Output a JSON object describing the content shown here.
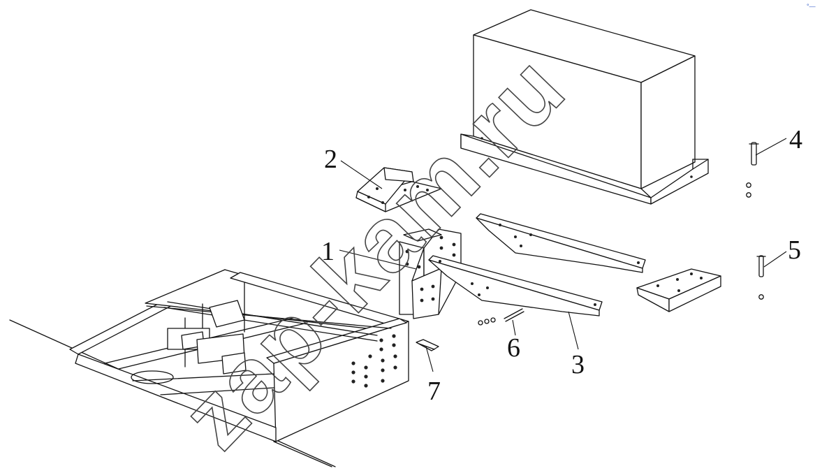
{
  "callouts": [
    "1",
    "2",
    "3",
    "4",
    "5",
    "6",
    "7"
  ],
  "watermark": "zap-kam.ru",
  "corner_mark": "°—"
}
